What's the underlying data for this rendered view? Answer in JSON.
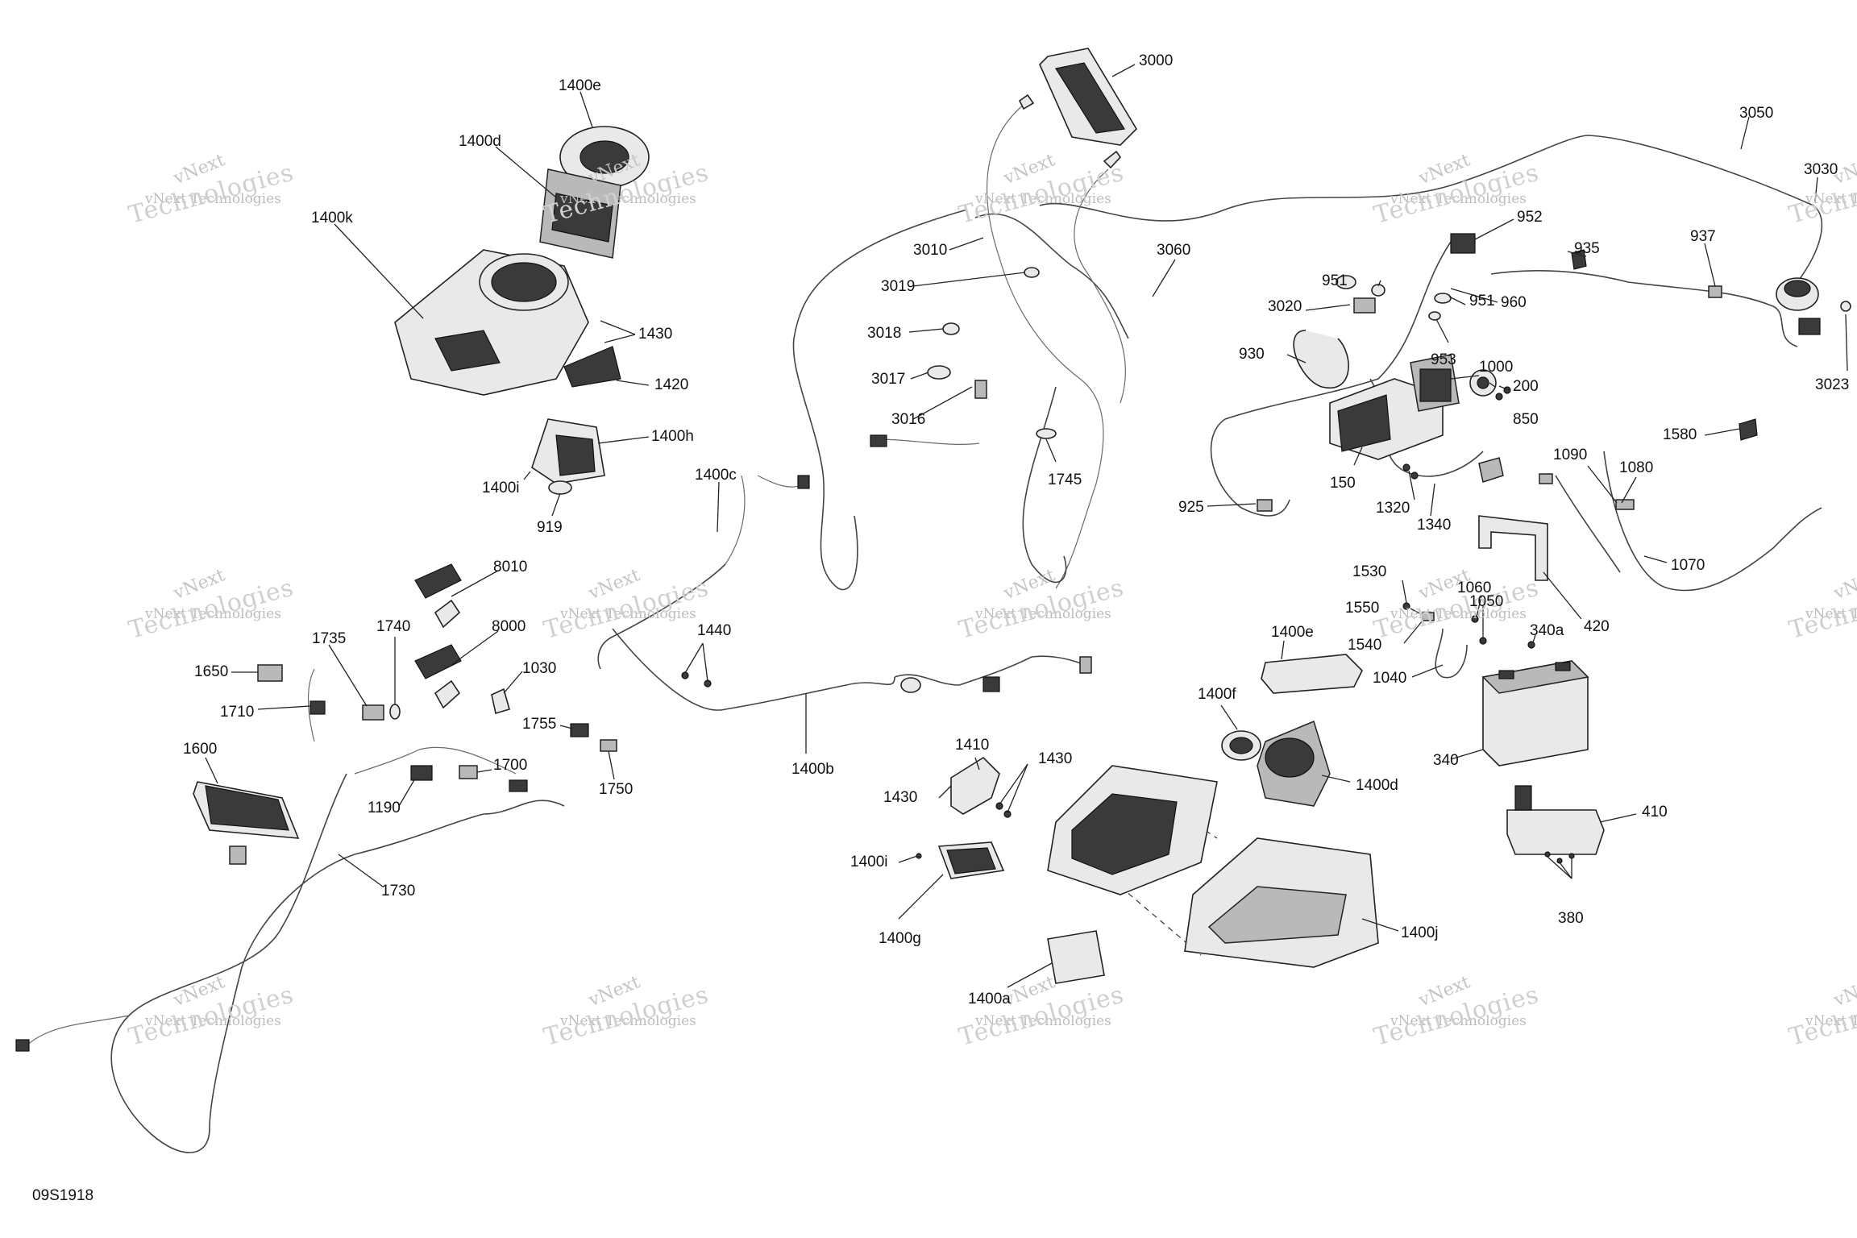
{
  "diagram_code": "09S1918",
  "watermark": {
    "short": "vNext",
    "full": "vNext Technologies",
    "word": "Technologies"
  },
  "callouts": {
    "c3000": "3000",
    "c3050": "3050",
    "c3030": "3030",
    "c3023": "3023",
    "c3010": "3010",
    "c3019": "3019",
    "c3018": "3018",
    "c3017": "3017",
    "c3016": "3016",
    "c3060": "3060",
    "c3020": "3020",
    "c930": "930",
    "c925": "925",
    "c952": "952",
    "c951a": "951",
    "c951b": "951",
    "c935": "935",
    "c937": "937",
    "c960": "960",
    "c953": "953",
    "c1000": "1000",
    "c200": "200",
    "c850": "850",
    "c150": "150",
    "c1320": "1320",
    "c1340": "1340",
    "c1745": "1745",
    "c1580": "1580",
    "c1090": "1090",
    "c1080": "1080",
    "c1070": "1070",
    "c420": "420",
    "c1530": "1530",
    "c1550": "1550",
    "c1060": "1060",
    "c1050": "1050",
    "c1540": "1540",
    "c1040": "1040",
    "c340a": "340a",
    "c340": "340",
    "c410": "410",
    "c380": "380",
    "c1400e_top": "1400e",
    "c1400d_top": "1400d",
    "c1400k": "1400k",
    "c1430_top": "1430",
    "c1420": "1420",
    "c1400h": "1400h",
    "c1400i_top": "1400i",
    "c919": "919",
    "c1400c": "1400c",
    "c1440": "1440",
    "c8010": "8010",
    "c8000": "8000",
    "c1030": "1030",
    "c1740": "1740",
    "c1735": "1735",
    "c1650": "1650",
    "c1710": "1710",
    "c1600": "1600",
    "c1700": "1700",
    "c1190": "1190",
    "c1730": "1730",
    "c1755": "1755",
    "c1750": "1750",
    "c1400b": "1400b",
    "c1410": "1410",
    "c1430_a": "1430",
    "c1430_b": "1430",
    "c1400i_bot": "1400i",
    "c1400g": "1400g",
    "c1400a": "1400a",
    "c1400e_bot": "1400e",
    "c1400f": "1400f",
    "c1400d_bot": "1400d",
    "c1400j": "1400j"
  }
}
